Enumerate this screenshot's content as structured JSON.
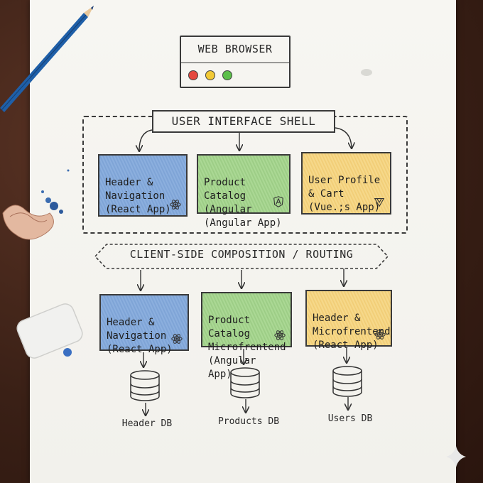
{
  "browser": {
    "title": "WEB BROWSER",
    "dots": [
      {
        "name": "red-dot",
        "color": "#e5483f"
      },
      {
        "name": "yellow-dot",
        "color": "#f2c935"
      },
      {
        "name": "green-dot",
        "color": "#5cbf4a"
      }
    ]
  },
  "shell": {
    "label": "USER INTERFACE SHELL",
    "apps": [
      {
        "text": "Header &\nNavigation\n(React App)",
        "color": "blue",
        "icon": "react-icon"
      },
      {
        "text": "Product Catalog\n(Angular\n(Angular App)",
        "color": "green",
        "icon": "angular-icon"
      },
      {
        "text": "User Profile\n& Cart\n(Vue.;s App)",
        "color": "yellow",
        "icon": "vue-icon"
      }
    ]
  },
  "routing": {
    "label": "CLIENT-SIDE COMPOSITION / ROUTING"
  },
  "microfrontends": [
    {
      "text": "Header &\nNavigation\n(React App)",
      "color": "blue",
      "icon": "react-icon"
    },
    {
      "text": "Product Catalog\nMicrofrentend\n(Angular App)",
      "color": "green",
      "icon": "react-icon"
    },
    {
      "text": "Header &\nMicrofrentend\n(React App)",
      "color": "yellow",
      "icon": "react-icon"
    }
  ],
  "databases": [
    {
      "label": "Header DB"
    },
    {
      "label": "Products DB"
    },
    {
      "label": "Users DB"
    }
  ]
}
